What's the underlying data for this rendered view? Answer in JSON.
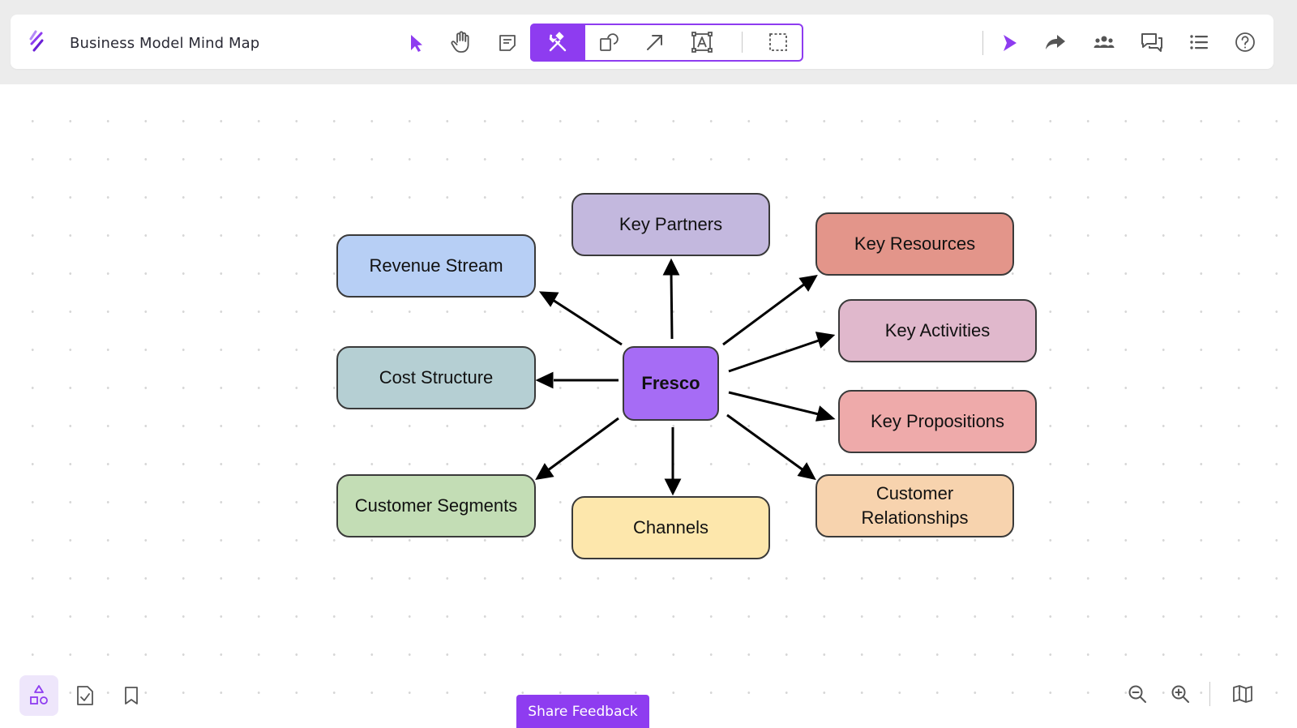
{
  "header": {
    "title": "Business Model Mind Map"
  },
  "toolbar": {
    "tools": [
      "select-cursor",
      "pan-hand",
      "sticky-note",
      "tools-hammer-wrench",
      "shapes",
      "connector-arrow",
      "text-box",
      "marquee-select"
    ],
    "active_tool": "tools-hammer-wrench",
    "right_actions": [
      "present-play",
      "share",
      "collaborators",
      "comments",
      "outline-list",
      "help"
    ]
  },
  "mindmap": {
    "center": {
      "label": "Fresco",
      "color": "#a66cf5"
    },
    "nodes": [
      {
        "label": "Key Partners",
        "color": "#c3b8de"
      },
      {
        "label": "Key Resources",
        "color": "#e3958a"
      },
      {
        "label": "Key Activities",
        "color": "#e0b8cc"
      },
      {
        "label": "Key Propositions",
        "color": "#eeaaaa"
      },
      {
        "label": "Customer Relationships",
        "color": "#f7d3ae"
      },
      {
        "label": "Channels",
        "color": "#fde7ac"
      },
      {
        "label": "Customer Segments",
        "color": "#c3ddb5"
      },
      {
        "label": "Cost Structure",
        "color": "#b5cfd3"
      },
      {
        "label": "Revenue Stream",
        "color": "#b7cff5"
      }
    ]
  },
  "footer": {
    "feedback_label": "Share Feedback",
    "left_tools": [
      "shapes-library",
      "tasks",
      "bookmarks"
    ],
    "right_tools": [
      "zoom-out",
      "zoom-in",
      "minimap"
    ]
  },
  "colors": {
    "accent": "#8e3cf0",
    "node_border": "#3a3a3a"
  }
}
